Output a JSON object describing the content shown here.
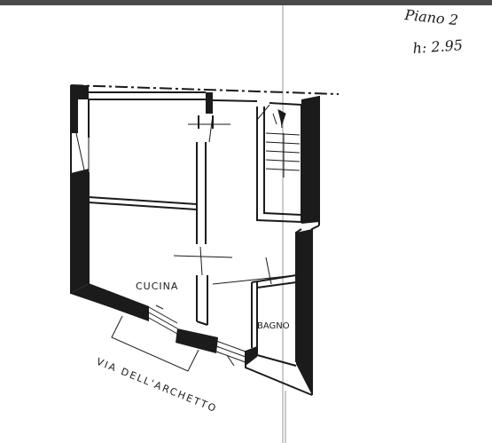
{
  "header": {
    "floor_label": "Piano 2",
    "height_label": "h: 2.95"
  },
  "rooms": {
    "kitchen": "CUCINA",
    "bathroom": "BAGNO"
  },
  "street": {
    "name": "VIA DELL'ARCHETTO"
  },
  "colors": {
    "ink": "#1b1b1b",
    "frame": "#4a4a4a",
    "paper": "#ffffff"
  }
}
